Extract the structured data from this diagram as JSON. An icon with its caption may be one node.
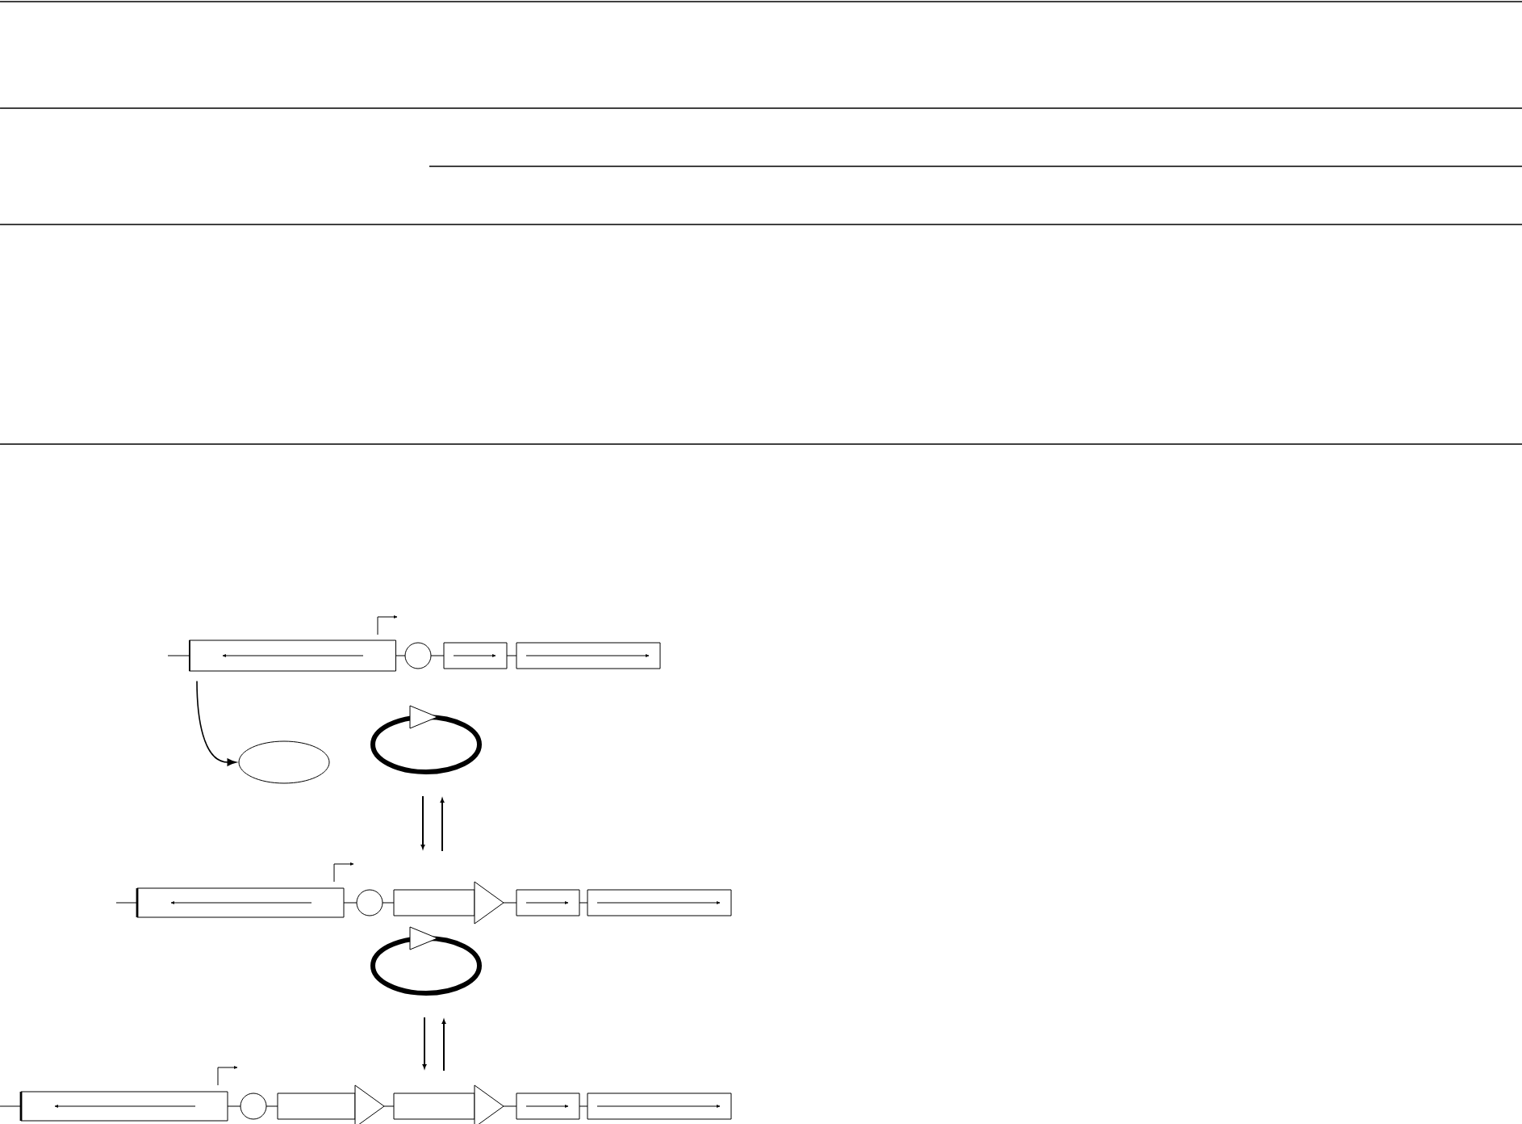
{
  "diagram": {
    "nodes": [
      {
        "text": [],
        "shape": "box"
      },
      {
        "text": [],
        "shape": "ellipse"
      }
    ],
    "edges": [
      {
        "from": 0,
        "to": 1,
        "arrow": "to"
      }
    ]
  }
}
